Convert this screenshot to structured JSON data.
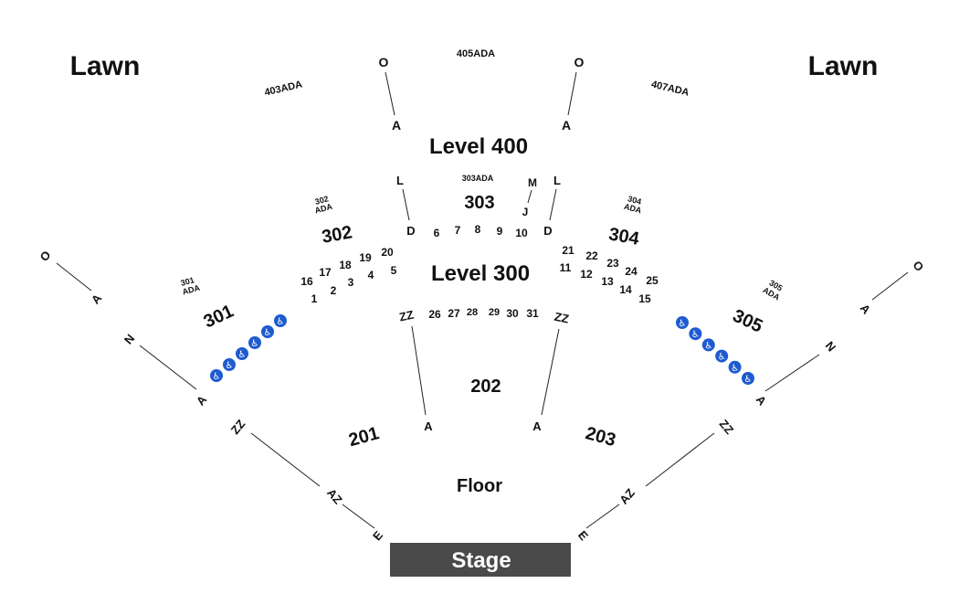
{
  "lawn": {
    "left": "Lawn",
    "right": "Lawn"
  },
  "levels": {
    "l400": "Level 400",
    "l300": "Level 300",
    "floor": "Floor"
  },
  "stage": {
    "label": "Stage",
    "color": "#4a4a4a"
  },
  "sections": {
    "s201": "201",
    "s202": "202",
    "s203": "203",
    "s301": "301",
    "s302": "302",
    "s303": "303",
    "s304": "304",
    "s305": "305"
  },
  "ada": {
    "a403": "403ADA",
    "a405": "405ADA",
    "a407": "407ADA",
    "a303": "303ADA",
    "ada": "ADA",
    "n301": "301",
    "n302": "302",
    "n304": "304",
    "n305": "305"
  },
  "rows": {
    "O": "O",
    "A": "A",
    "N": "N",
    "ZZ": "ZZ",
    "L": "L",
    "M": "M",
    "J": "J",
    "D": "D",
    "E": "E",
    "AZ": "AZ"
  },
  "boxes": {
    "b1": "1",
    "b2": "2",
    "b3": "3",
    "b4": "4",
    "b5": "5",
    "b6": "6",
    "b7": "7",
    "b8": "8",
    "b9": "9",
    "b10": "10",
    "b11": "11",
    "b12": "12",
    "b13": "13",
    "b14": "14",
    "b15": "15",
    "b16": "16",
    "b17": "17",
    "b18": "18",
    "b19": "19",
    "b20": "20",
    "b21": "21",
    "b22": "22",
    "b23": "23",
    "b24": "24",
    "b25": "25",
    "b26": "26",
    "b27": "27",
    "b28": "28",
    "b29": "29",
    "b30": "30",
    "b31": "31"
  },
  "accessibility": {
    "icon": "wheelchair-icon",
    "color": "#1f5bd0",
    "left_count": 6,
    "right_count": 6
  }
}
